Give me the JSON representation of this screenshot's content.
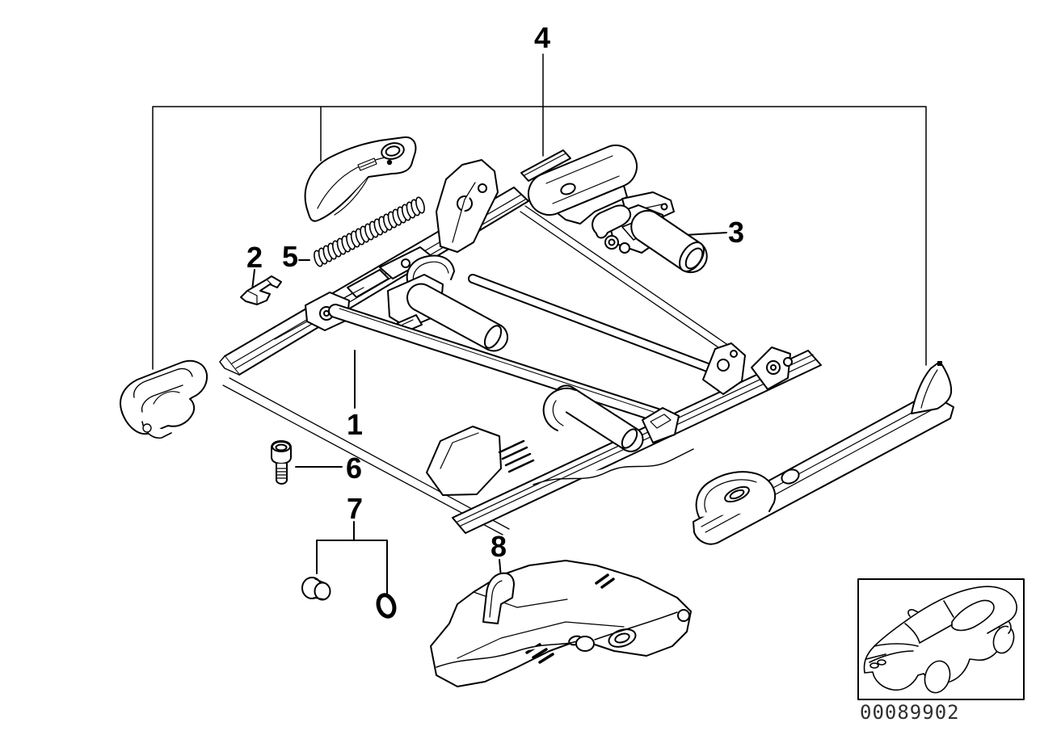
{
  "diagram": {
    "plate_number": "00089902",
    "callouts": [
      {
        "label": "1"
      },
      {
        "label": "2"
      },
      {
        "label": "3"
      },
      {
        "label": "4"
      },
      {
        "label": "5"
      },
      {
        "label": "6"
      },
      {
        "label": "7"
      },
      {
        "label": "8"
      }
    ],
    "colors": {
      "line": "#000000",
      "background": "#ffffff"
    }
  }
}
